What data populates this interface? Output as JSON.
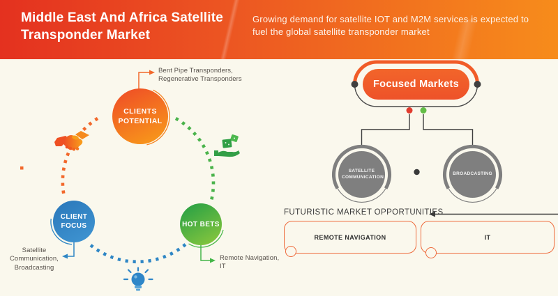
{
  "header": {
    "title": "Middle East And Africa Satellite Transponder Market",
    "subtitle": "Growing demand for satellite IOT and M2M services is expected to fuel the global satellite transponder market"
  },
  "cycle": {
    "nodes": [
      {
        "label": "CLIENTS POTENTIAL",
        "annotation": "Bent Pipe Transponders, Regenerative Transponders",
        "color": "#f0572a"
      },
      {
        "label": "CLIENT FOCUS",
        "annotation": "Satellite Communication, Broadcasting",
        "color": "#2d7fc0"
      },
      {
        "label": "HOT BETS",
        "annotation": "Remote Navigation, IT",
        "color": "#45b149"
      }
    ],
    "icons": [
      {
        "name": "handshake-icon",
        "color": "#ef5023"
      },
      {
        "name": "money-hand-icon",
        "color": "#339f47"
      },
      {
        "name": "lightbulb-icon",
        "color": "#2e86c8"
      }
    ]
  },
  "focused_markets": {
    "title": "Focused Markets",
    "segments": [
      {
        "label": "SATELLITE COMMUNICATION"
      },
      {
        "label": "BROADCASTING"
      }
    ],
    "accent": "#f15c28",
    "node_color": "#7f7f7f"
  },
  "futuristic": {
    "heading": "FUTURISTIC MARKET OPPORTUNITIES",
    "items": [
      {
        "label": "REMOTE NAVIGATION"
      },
      {
        "label": "IT"
      }
    ],
    "box_border": "#ee6a3c"
  },
  "palette": {
    "background": "#faf8ed",
    "header_gradient_left": "#e4311f",
    "header_gradient_right": "#f78c1b",
    "line_dark": "#3f3f3f",
    "dot_red": "#e23b2e",
    "dot_green": "#63bd46"
  }
}
